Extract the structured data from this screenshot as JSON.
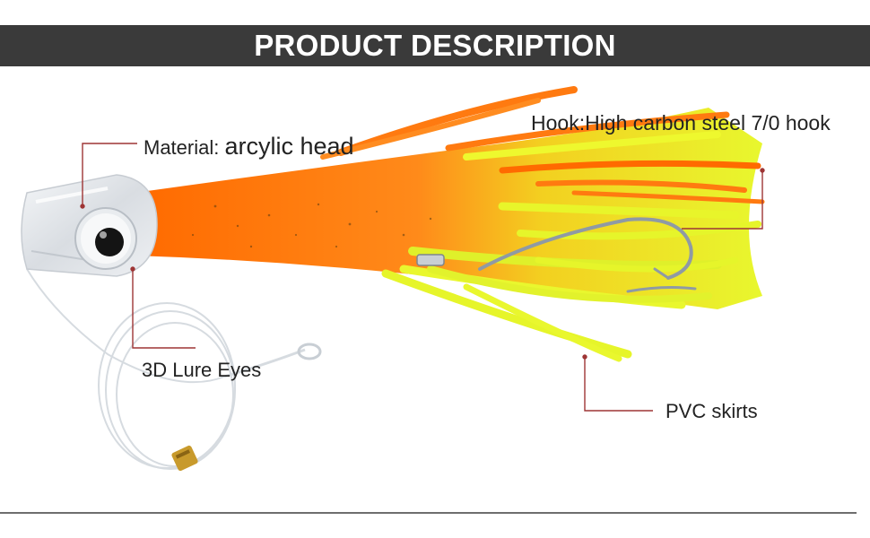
{
  "header": {
    "title": "PRODUCT DESCRIPTION"
  },
  "callouts": {
    "material": {
      "prefix": "Material: ",
      "value": "arcylic head"
    },
    "hook": "Hook:High carbon steel 7/0 hook",
    "eyes": "3D Lure Eyes",
    "skirts": "PVC skirts"
  },
  "colors": {
    "banner": "#3a3a3a",
    "skirt_orange": "#ff7a10",
    "skirt_yellow": "#e6f52a",
    "callout_line": "#b03a3a"
  }
}
